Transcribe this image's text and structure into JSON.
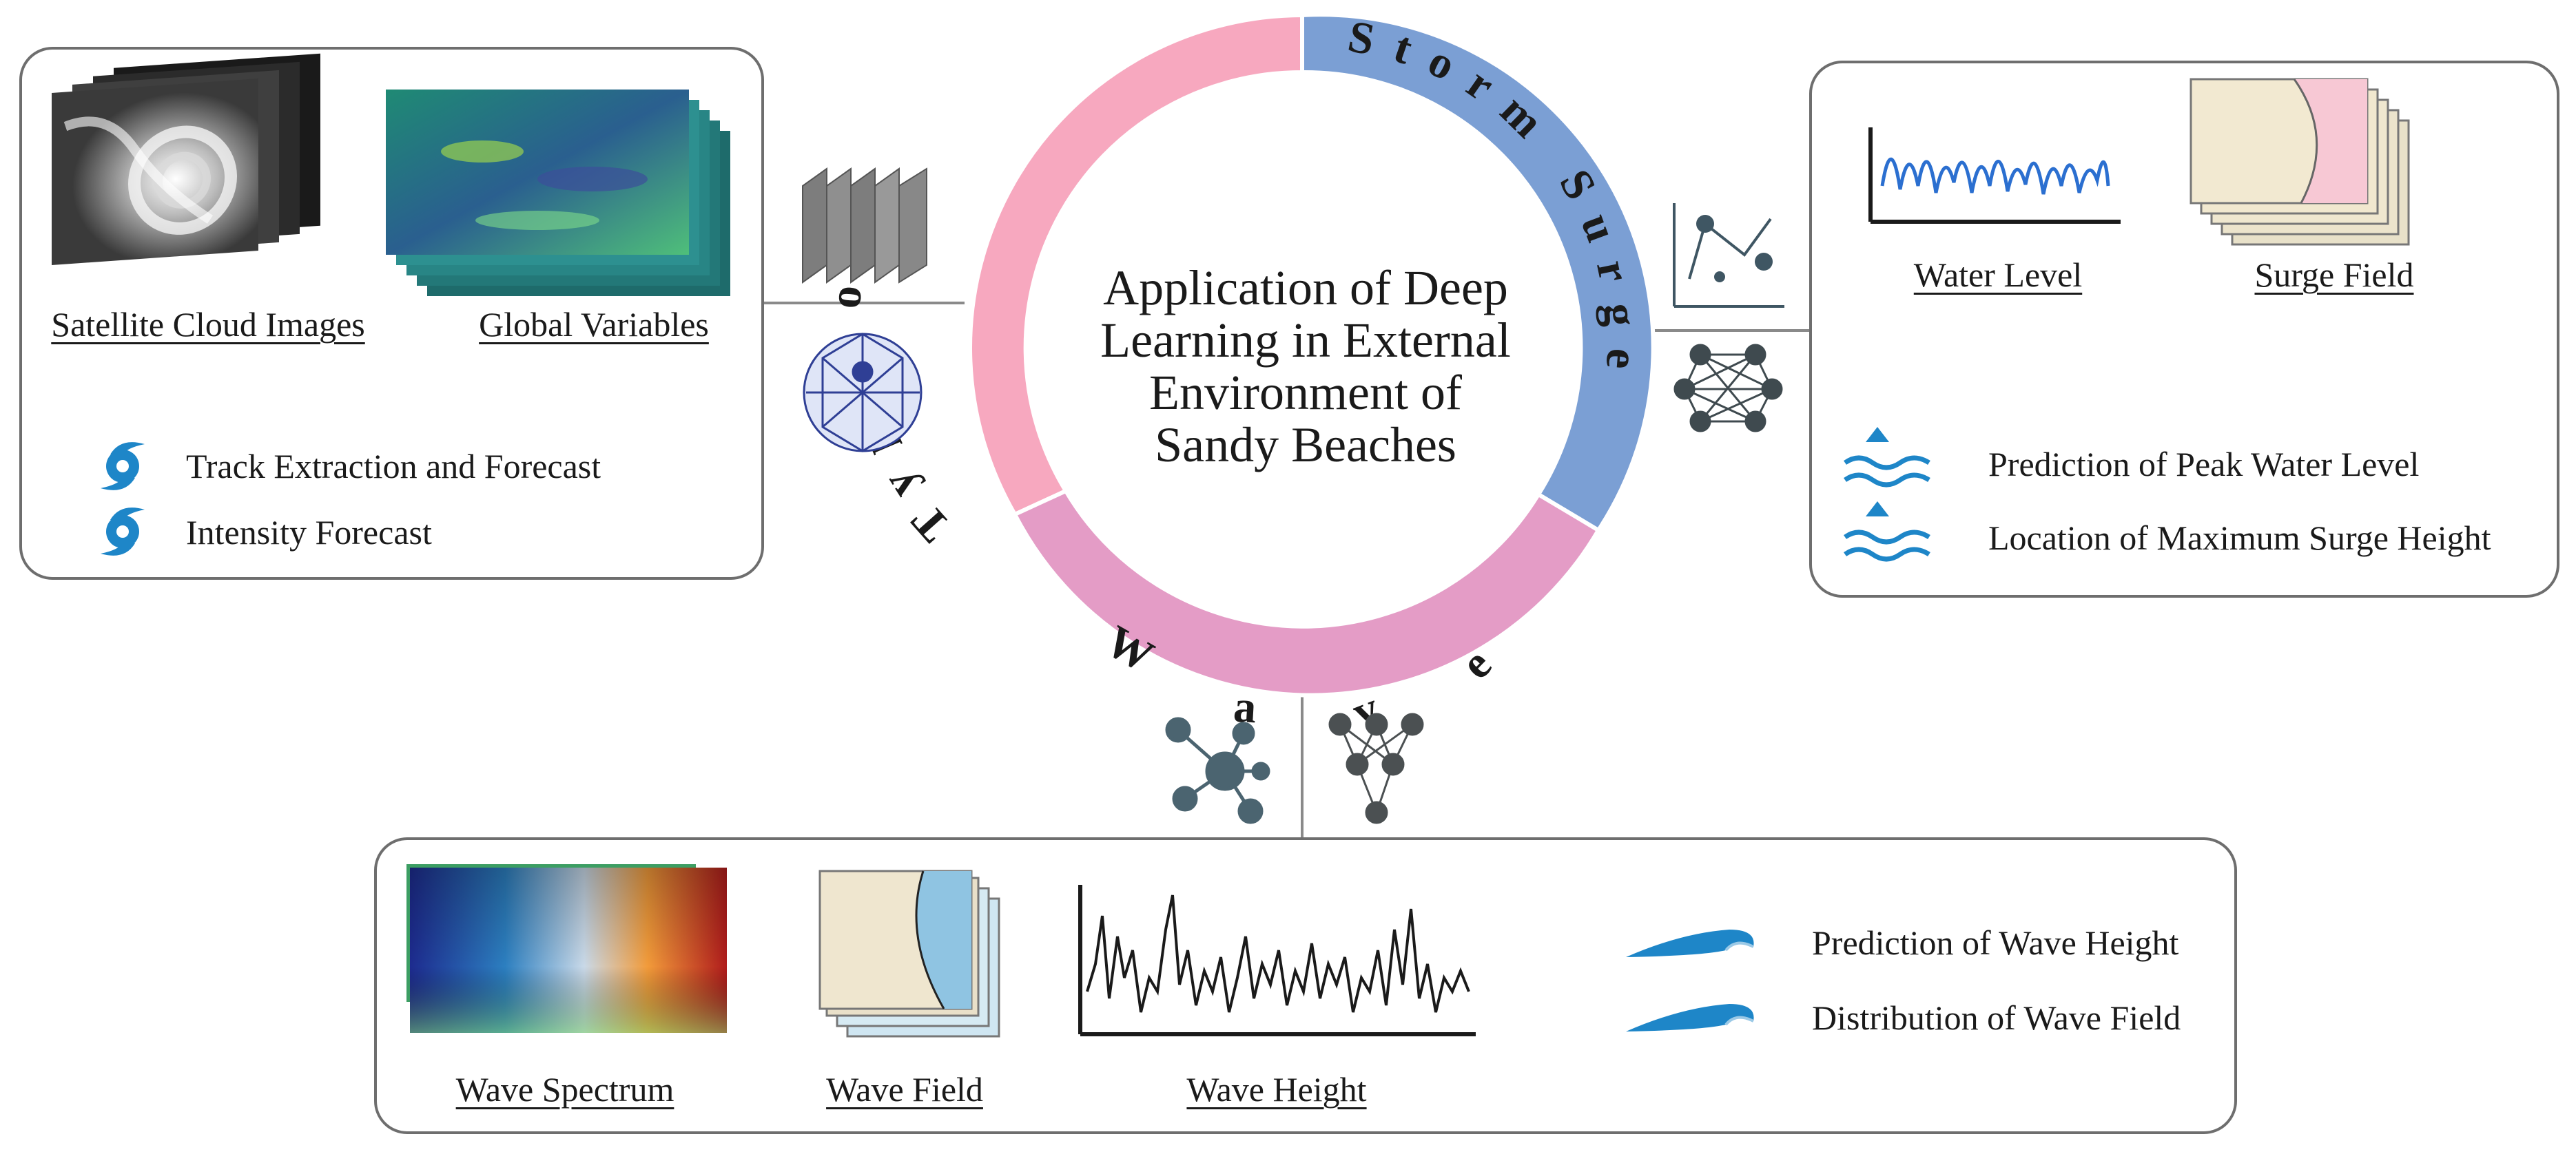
{
  "ring": {
    "segments": [
      {
        "label": "Typhoon",
        "color": "#F7A8BF"
      },
      {
        "label": "Storm Surge",
        "color": "#7B9FD4"
      },
      {
        "label": "Wave",
        "color": "#E49CC6"
      }
    ],
    "title_lines": [
      "Application of Deep",
      "Learning in External",
      "Environment of",
      "Sandy Beaches"
    ]
  },
  "typhoon_panel": {
    "image_labels": [
      "Satellite Cloud Images",
      "Global Variables"
    ],
    "tasks": [
      "Track Extraction and Forecast",
      "Intensity Forecast"
    ],
    "icons": [
      "cnn-layers-icon",
      "geodesic-sphere-icon",
      "cyclone-icon"
    ]
  },
  "surge_panel": {
    "image_labels": [
      "Water Level",
      "Surge Field"
    ],
    "tasks": [
      "Prediction of Peak Water Level",
      "Location of Maximum Surge Height"
    ],
    "icons": [
      "scatter-regression-icon",
      "neural-network-icon",
      "water-level-icon"
    ]
  },
  "wave_panel": {
    "image_labels": [
      "Wave Spectrum",
      "Wave Field",
      "Wave Height"
    ],
    "tasks": [
      "Prediction of Wave Height",
      "Distribution of Wave Field"
    ],
    "icons": [
      "graph-network-icon",
      "tree-network-icon",
      "wave-icon"
    ]
  },
  "colors": {
    "typhoon": "#F7A8BF",
    "storm_surge": "#7B9FD4",
    "wave": "#E49CC6",
    "icon_blue": "#1E86C8",
    "panel_border": "#6e6e6e"
  }
}
